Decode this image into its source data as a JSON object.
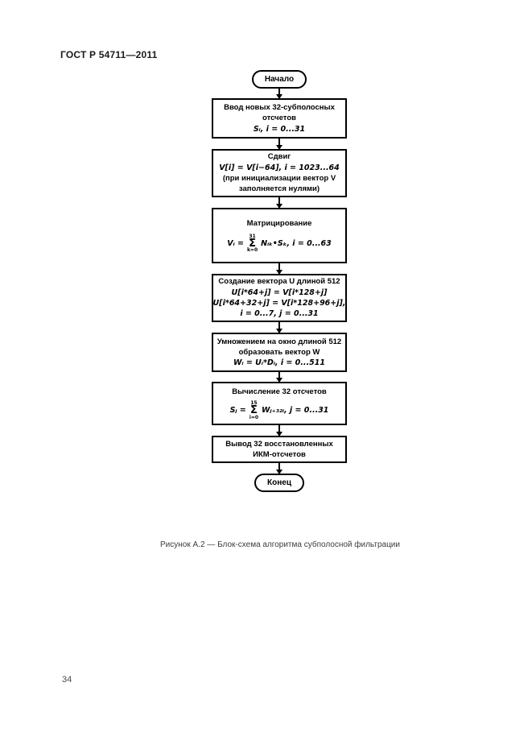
{
  "page": {
    "header": "ГОСТ Р 54711—2011",
    "caption": "Рисунок А.2 — Блок-схема алгоритма субполосной фильтрации",
    "page_number": "34"
  },
  "flowchart": {
    "start_label": "Начало",
    "end_label": "Конец",
    "sigma": "Σ",
    "box_input": {
      "line1": "Ввод новых 32-субполосных",
      "line2": "отсчетов",
      "formula": "Sᵢ,  i = 0...31"
    },
    "box_shift": {
      "title": "Сдвиг",
      "formula": "V[i] = V[i−64],  i = 1023...64",
      "note1": "(при инициализации вектор V",
      "note2": "заполняется нулями)"
    },
    "box_matrixing": {
      "title": "Матрицирование",
      "lhs": "Vᵢ =",
      "sum_upper": "31",
      "sum_lower": "k=0",
      "rhs": "Nᵢₖ•Sₖ,   i = 0...63"
    },
    "box_vector_u": {
      "title": "Создание вектора U длиной 512",
      "line1": "U[i*64+j] = V[i*128+j]",
      "line2": "U[i*64+32+j] = V[i*128+96+j],",
      "line3": "i = 0...7,  j = 0...31"
    },
    "box_window": {
      "line1": "Умножением на окно длиной 512",
      "line2": "образовать вектор W",
      "formula": "Wᵢ = Uᵢ*Dᵢ,   i = 0...511"
    },
    "box_samples": {
      "title": "Вычисление 32 отсчетов",
      "lhs": "Sⱼ =",
      "sum_upper": "15",
      "sum_lower": "i=0",
      "rhs": "Wⱼ₊₃₂ᵢ,   j = 0...31"
    },
    "box_output": {
      "line1": "Вывод 32 восстановленных",
      "line2": "ИКМ-отсчетов"
    }
  }
}
